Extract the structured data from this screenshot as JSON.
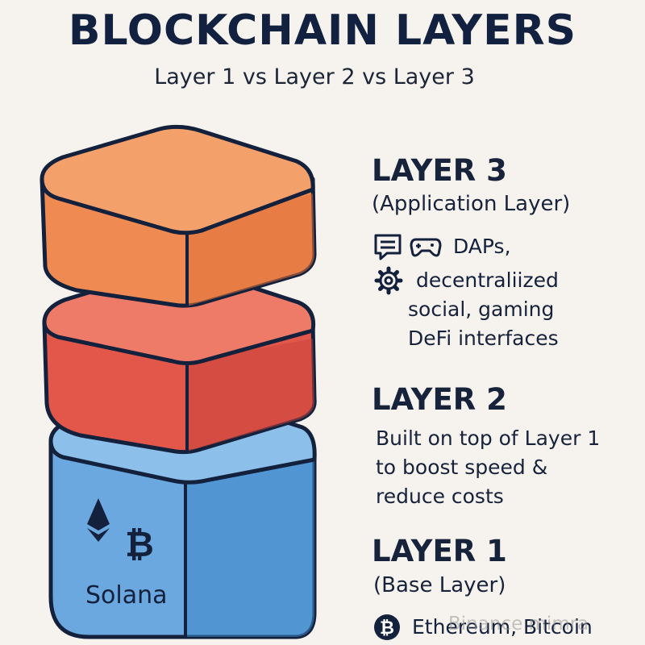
{
  "header": {
    "title": "BLOCKCHAIN LAYERS",
    "subtitle": "Layer 1 vs Layer 2 vs Layer 3"
  },
  "colors": {
    "layer3_top": "#f4a06a",
    "layer3_front": "#ef8a52",
    "layer2_top": "#ee7a68",
    "layer2_front": "#e2574a",
    "layer1_top": "#8cc0ea",
    "layer1_front": "#5b9fdb",
    "outline": "#14213d"
  },
  "layers": [
    {
      "heading": "LAYER 3",
      "subheading": "(Application Layer)",
      "icons": [
        "chat-icon",
        "gamepad-icon",
        "gear-icon"
      ],
      "lines": [
        "DAPs,",
        "decentraliized",
        "social, gaming",
        "DeFi interfaces"
      ]
    },
    {
      "heading": "LAYER 2",
      "lines": [
        "Built on top of Layer 1",
        "to boost speed &",
        "reduce costs"
      ]
    },
    {
      "heading": "LAYER 1",
      "subheading": "(Base Layer)",
      "icons": [
        "bitcoin-icon"
      ],
      "lines": [
        "Ethereum, Bitcoin"
      ],
      "block_labels": [
        "Solana"
      ],
      "block_icons": [
        "ethereum-icon",
        "bitcoin-icon"
      ]
    }
  ],
  "watermark": "Binance mimra"
}
